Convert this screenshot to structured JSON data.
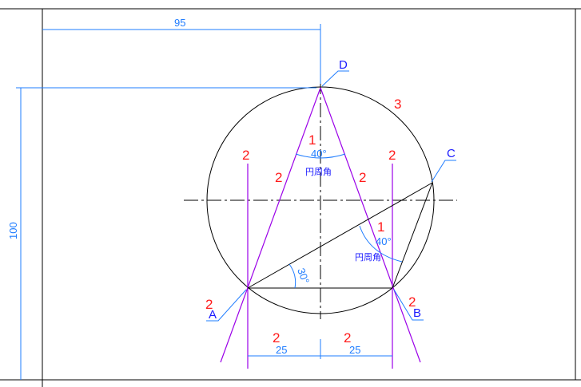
{
  "drawing": {
    "dimensions": {
      "width_95": "95",
      "height_100": "100",
      "left_25": "25",
      "right_25": "25"
    },
    "angles": {
      "top_angle": "40°",
      "b_angle": "40°",
      "a_angle": "30°"
    },
    "inscribed_angle_label": "円周角",
    "points": {
      "A": "A",
      "B": "B",
      "C": "C",
      "D": "D"
    },
    "layer_numbers": {
      "circle": "3",
      "line": "2",
      "angle": "1"
    },
    "colors": {
      "geometry": "#000000",
      "construction": "#9b00e8",
      "dimension": "#1e7cff",
      "layer_number": "#ff1a1a",
      "label": "#1a1aff"
    }
  }
}
